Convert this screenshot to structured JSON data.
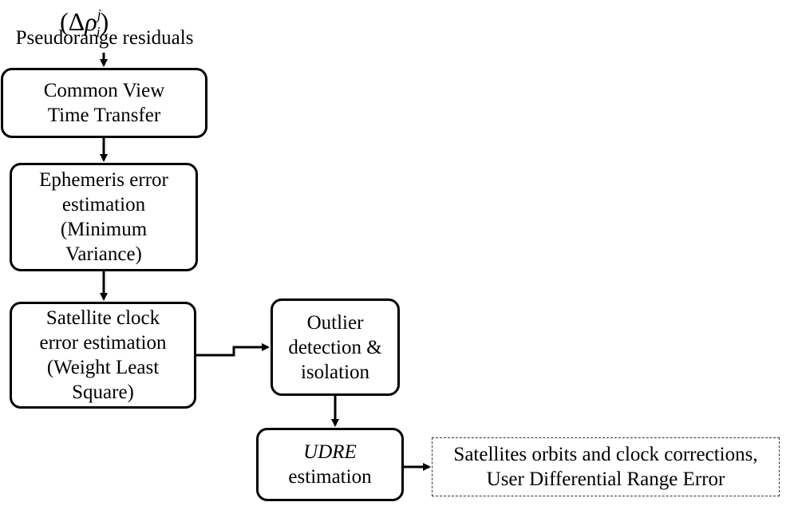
{
  "input": {
    "formula_open": "(Δ",
    "formula_symbol": "ρ",
    "formula_sup": "j",
    "formula_sub": "i",
    "formula_close": ")",
    "label": "Pseudorange residuals"
  },
  "boxes": {
    "common_view": {
      "lines": [
        "Common View",
        "Time Transfer"
      ]
    },
    "ephemeris": {
      "lines": [
        "Ephemeris error",
        "estimation",
        "(Minimum",
        "Variance)"
      ]
    },
    "clock": {
      "lines": [
        "Satellite clock",
        "error estimation",
        "(Weight Least",
        "Square)"
      ]
    },
    "outlier": {
      "lines": [
        "Outlier",
        "detection &",
        "isolation"
      ]
    },
    "udre": {
      "lines": [
        "UDRE",
        "estimation"
      ]
    },
    "output": {
      "lines": [
        "Satellites orbits and clock corrections,",
        "User Differential Range Error"
      ]
    }
  }
}
